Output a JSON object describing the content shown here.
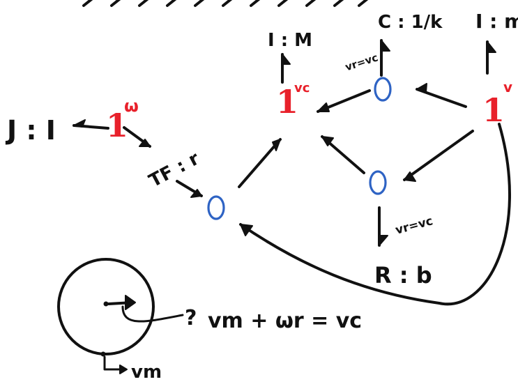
{
  "colors": {
    "one_junction": "#e8212b",
    "zero_junction": "#2e63c4",
    "ink": "#111111",
    "background": "#ffffff"
  },
  "nodes": {
    "one_omega": {
      "symbol": "1",
      "superscript": "ω"
    },
    "one_vc": {
      "symbol": "1",
      "superscript": "vc"
    },
    "one_right": {
      "symbol": "1",
      "superscript": "v"
    },
    "zero_left": {
      "symbol": "0"
    },
    "zero_top": {
      "symbol": "0"
    },
    "zero_mid": {
      "symbol": "0"
    }
  },
  "elements": {
    "inertia_j": "J : I",
    "transformer": "TF : r",
    "inertia_mass_center": "I : M",
    "compliance": "C : 1/k",
    "inertia_mass_right": "I : m",
    "resistor": "R : b"
  },
  "constraints": {
    "compliance_bond": "vr=vc",
    "resistor_bond": "vr=vc"
  },
  "sketch": {
    "question_mark": "?",
    "equation": "vm + ωr = vc",
    "ground_velocity": "vm"
  }
}
